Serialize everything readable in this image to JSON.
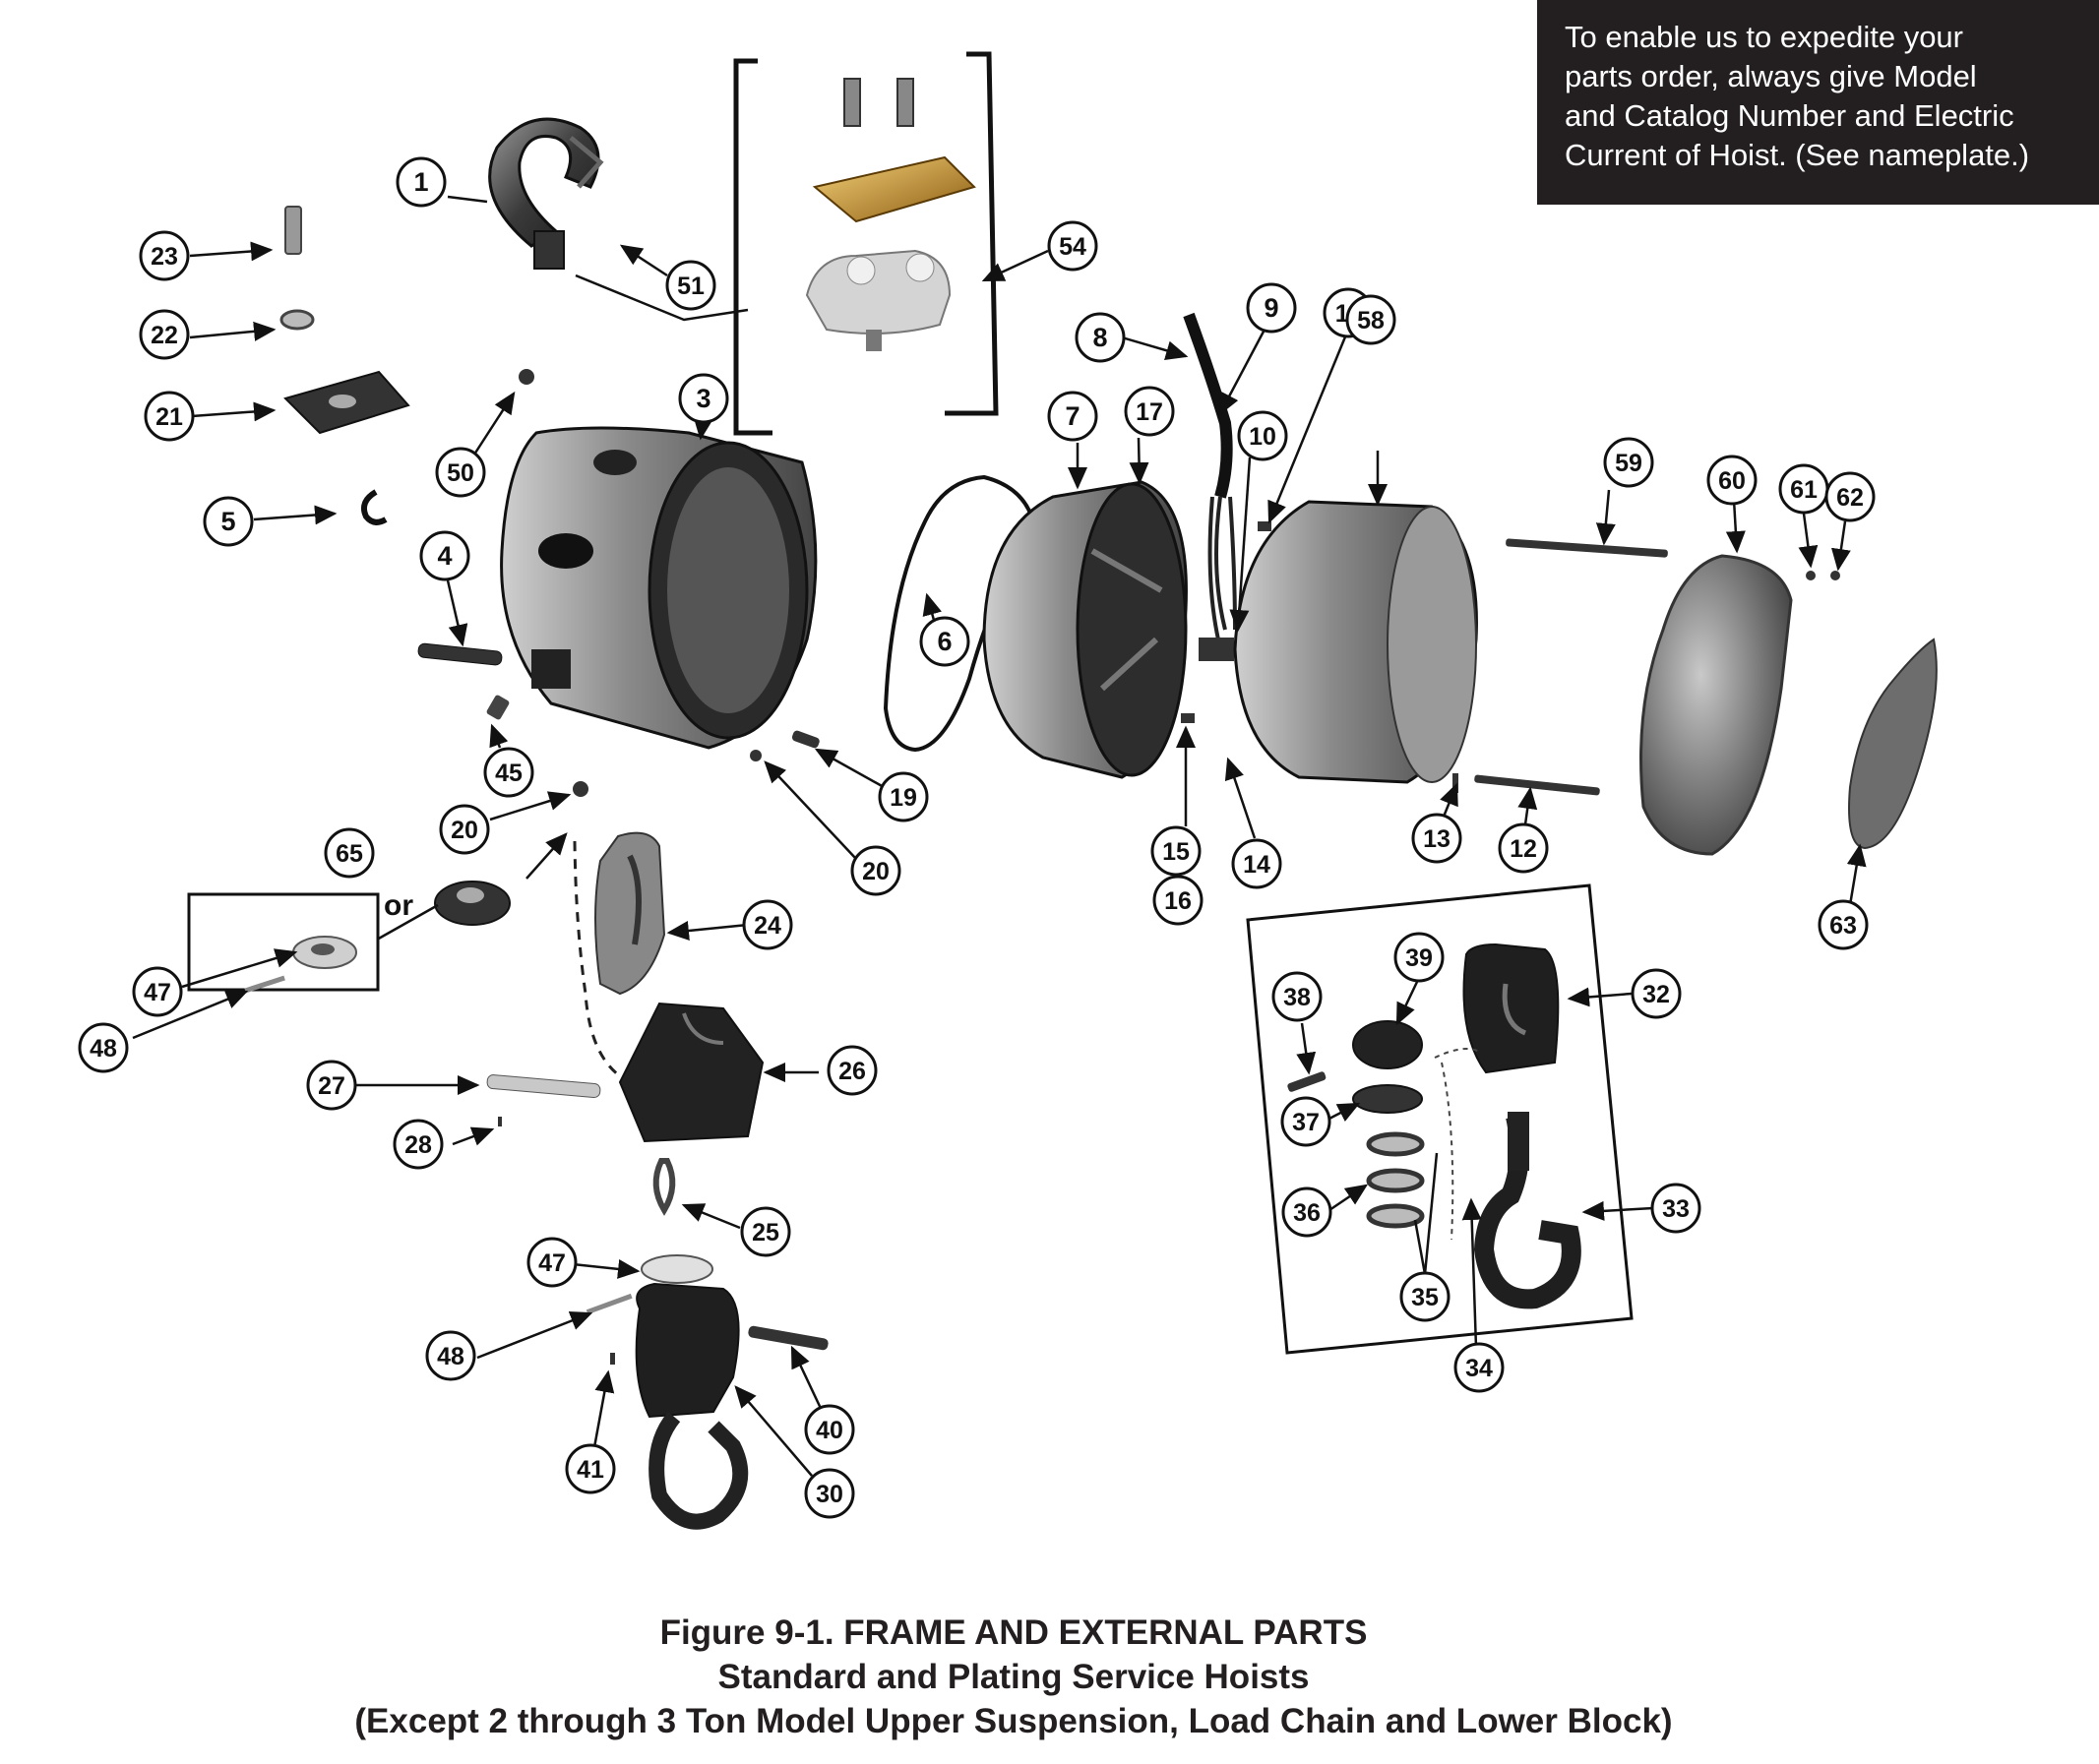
{
  "notice": {
    "line1": "To enable us to expedite your",
    "line2": "parts order, always give Model",
    "line3": "and Catalog Number and Electric",
    "line4": "Current of Hoist. (See nameplate.)"
  },
  "figure": {
    "title": "Figure 9-1. FRAME AND EXTERNAL PARTS",
    "subtitle": "Standard and Plating Service Hoists",
    "note": "(Except 2 through 3 Ton Model Upper Suspension, Load Chain and Lower Block)"
  },
  "alternative_label": "or",
  "callouts": [
    "1",
    "3",
    "4",
    "5",
    "6",
    "7",
    "8",
    "9",
    "10",
    "11",
    "12",
    "13",
    "14",
    "15",
    "16",
    "17",
    "19",
    "20",
    "20",
    "21",
    "22",
    "23",
    "24",
    "25",
    "26",
    "27",
    "28",
    "30",
    "32",
    "33",
    "34",
    "35",
    "36",
    "37",
    "38",
    "39",
    "40",
    "41",
    "45",
    "47",
    "47",
    "48",
    "48",
    "50",
    "51",
    "54",
    "58",
    "59",
    "60",
    "61",
    "62",
    "63",
    "65"
  ]
}
